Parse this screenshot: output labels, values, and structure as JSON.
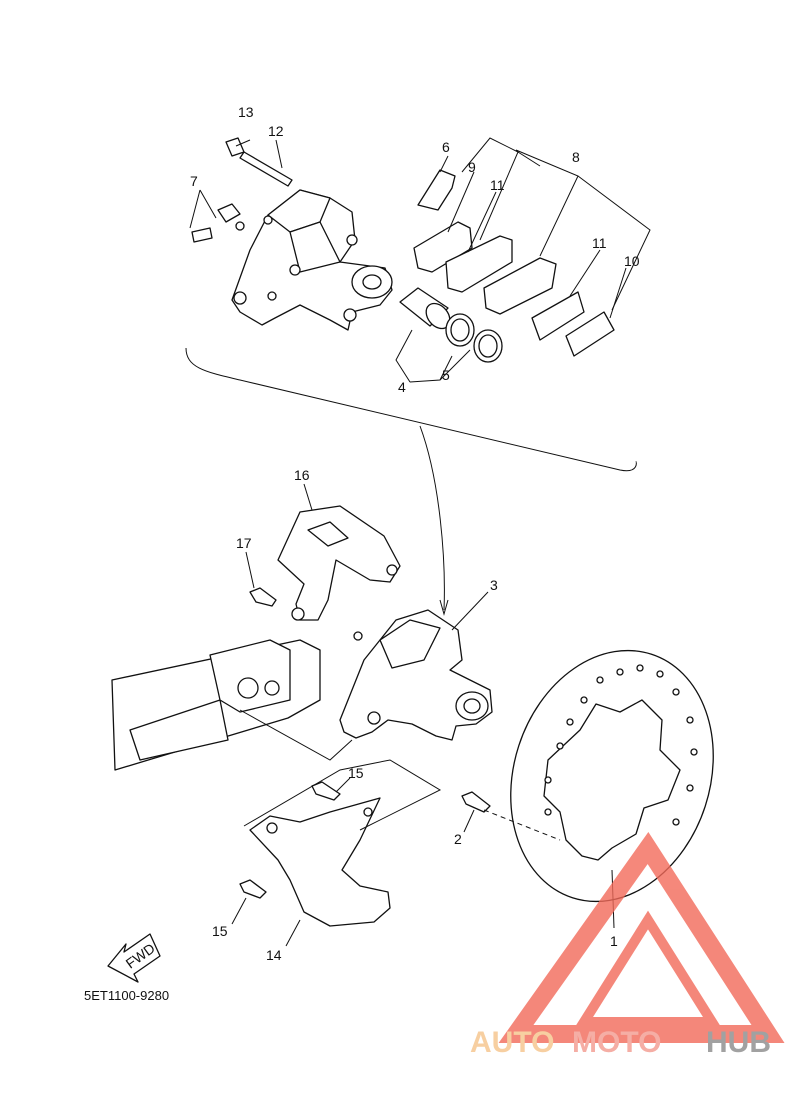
{
  "diagram": {
    "labels": {
      "p1": "1",
      "p2": "2",
      "p3": "3",
      "p4": "4",
      "p5": "5",
      "p6": "6",
      "p7": "7",
      "p8": "8",
      "p9": "9",
      "p10": "10",
      "p11a": "11",
      "p11b": "11",
      "p12": "12",
      "p13": "13",
      "p14": "14",
      "p15a": "15",
      "p15b": "15",
      "p16": "16",
      "p17": "17"
    },
    "fwd": "FWD",
    "code": "5ET1100-9280"
  },
  "watermark": {
    "part1": "AUTO",
    "part2": "MOTO",
    "part3": "HUB",
    "colors": {
      "auto": "#f6c48a",
      "moto": "#f39a8f",
      "hub": "#8a8a8a",
      "triangle": "#f26a5a"
    }
  }
}
